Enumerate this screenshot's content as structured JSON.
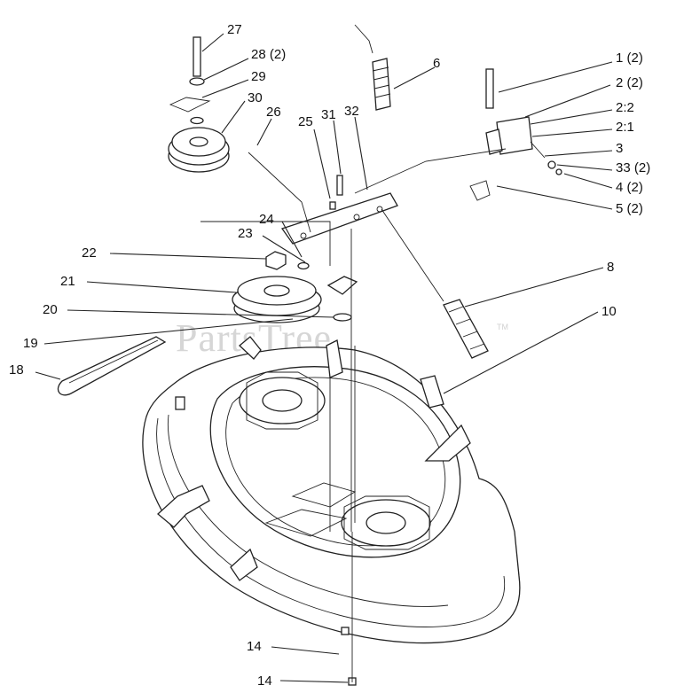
{
  "watermark": "PartsTree",
  "watermark_mark": "TM",
  "callouts": [
    {
      "id": "27",
      "text": "27"
    },
    {
      "id": "28",
      "text": "28 (2)"
    },
    {
      "id": "29",
      "text": "29"
    },
    {
      "id": "30",
      "text": "30"
    },
    {
      "id": "26",
      "text": "26"
    },
    {
      "id": "25",
      "text": "25"
    },
    {
      "id": "31",
      "text": "31"
    },
    {
      "id": "32",
      "text": "32"
    },
    {
      "id": "6",
      "text": "6"
    },
    {
      "id": "1",
      "text": "1 (2)"
    },
    {
      "id": "2",
      "text": "2 (2)"
    },
    {
      "id": "2-2",
      "text": "2:2"
    },
    {
      "id": "2-1",
      "text": "2:1"
    },
    {
      "id": "3",
      "text": "3"
    },
    {
      "id": "33",
      "text": "33 (2)"
    },
    {
      "id": "4",
      "text": "4 (2)"
    },
    {
      "id": "5",
      "text": "5 (2)"
    },
    {
      "id": "24",
      "text": "24"
    },
    {
      "id": "23",
      "text": "23"
    },
    {
      "id": "22",
      "text": "22"
    },
    {
      "id": "21",
      "text": "21"
    },
    {
      "id": "20",
      "text": "20"
    },
    {
      "id": "19",
      "text": "19"
    },
    {
      "id": "18",
      "text": "18"
    },
    {
      "id": "8",
      "text": "8"
    },
    {
      "id": "10",
      "text": "10"
    },
    {
      "id": "14a",
      "text": "14"
    },
    {
      "id": "14b",
      "text": "14"
    }
  ]
}
